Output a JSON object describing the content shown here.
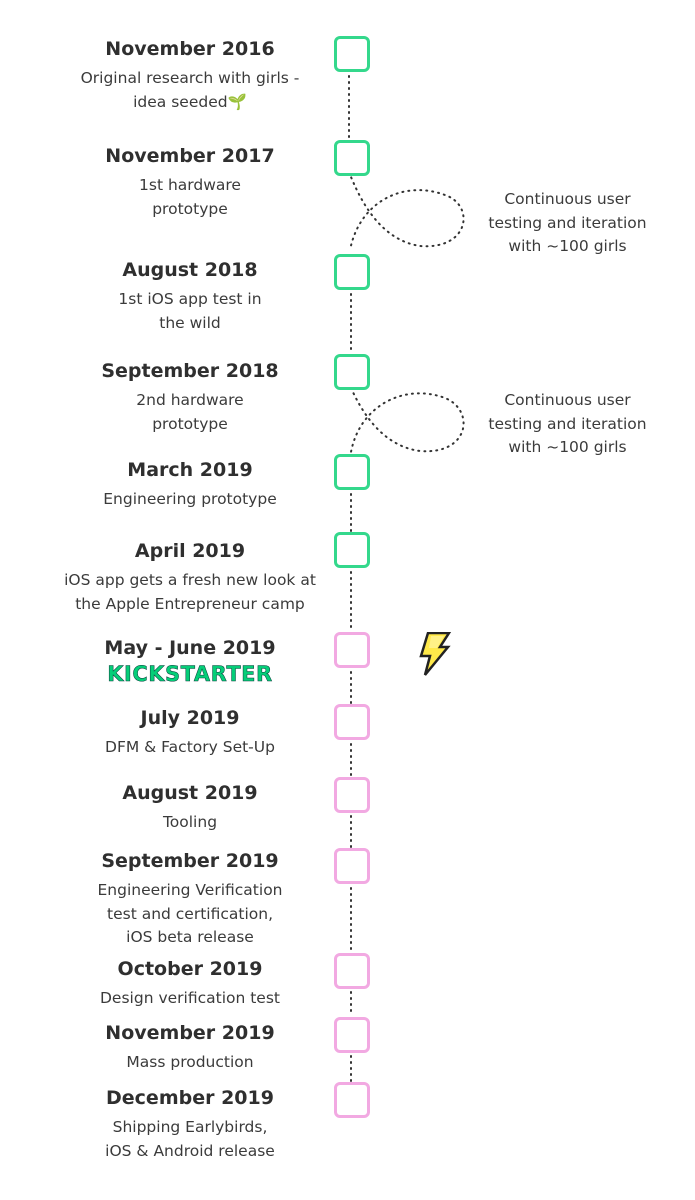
{
  "milestones": [
    {
      "date": "November 2016",
      "desc": "Original research with girls -\nidea seeded",
      "status": "done",
      "emoji": "🌱"
    },
    {
      "date": "November 2017",
      "desc": "1st hardware\nprototype",
      "status": "done"
    },
    {
      "date": "August 2018",
      "desc": "1st iOS app test in\nthe wild",
      "status": "done"
    },
    {
      "date": "September 2018",
      "desc": "2nd hardware\nprototype",
      "status": "done"
    },
    {
      "date": "March 2019",
      "desc": "Engineering prototype",
      "status": "done"
    },
    {
      "date": "April 2019",
      "desc": "iOS app gets a fresh new look at\nthe Apple Entrepreneur camp",
      "status": "done"
    },
    {
      "date": "May - June 2019",
      "desc": "",
      "status": "todo",
      "badge": "KICKSTARTER"
    },
    {
      "date": "July 2019",
      "desc": "DFM & Factory Set-Up",
      "status": "todo"
    },
    {
      "date": "August 2019",
      "desc": "Tooling",
      "status": "todo"
    },
    {
      "date": "September 2019",
      "desc": "Engineering Verification\ntest and certification,\niOS beta release",
      "status": "todo"
    },
    {
      "date": "October 2019",
      "desc": "Design verification test",
      "status": "todo"
    },
    {
      "date": "November 2019",
      "desc": "Mass production",
      "status": "todo"
    },
    {
      "date": "December 2019",
      "desc": "Shipping Earlybirds,\niOS & Android release",
      "status": "todo"
    }
  ],
  "notes": [
    {
      "text": "Continuous user\ntesting and iteration\nwith ~100 girls"
    },
    {
      "text": "Continuous user\ntesting and iteration\nwith ~100 girls"
    }
  ],
  "icons": {
    "current": "lightning-bolt-icon",
    "seed": "seedling-icon"
  },
  "colors": {
    "done": "#34d88c",
    "todo": "#f2a9e2",
    "kickstarter_fill": "#05ce78",
    "kickstarter_outline": "#0b3b3b",
    "bolt": "#ffe94a"
  }
}
